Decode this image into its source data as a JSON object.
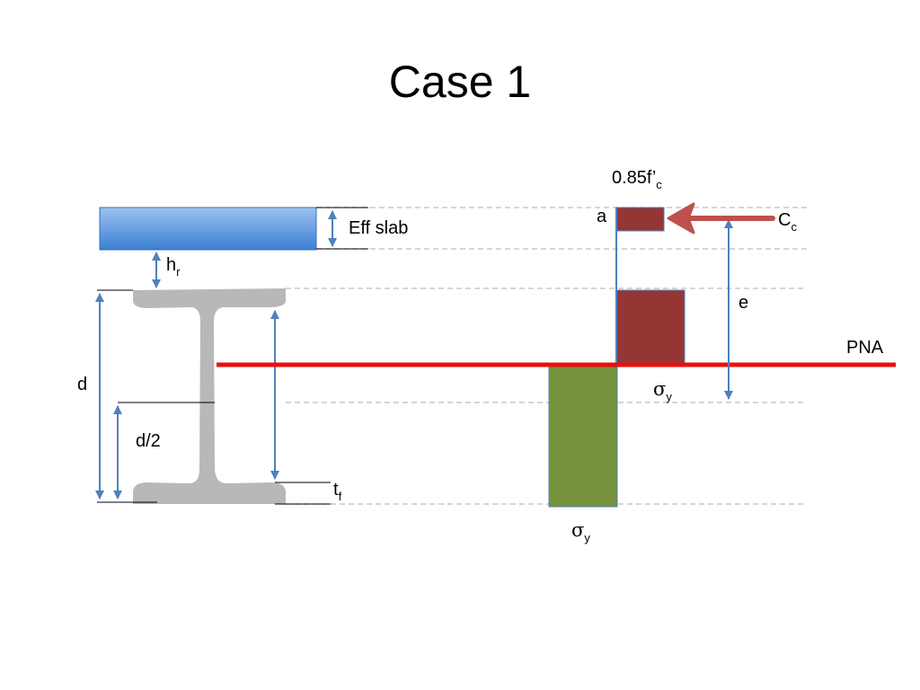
{
  "slide": {
    "title": "Case 1"
  },
  "labels": {
    "eff_slab": "Eff slab",
    "hr_main": "h",
    "hr_sub": "r",
    "d": "d",
    "d_half": "d/2",
    "tf_main": "t",
    "tf_sub": "f",
    "a": "a",
    "fc_main": "0.85f",
    "fc_prime": "’",
    "fc_sub": "c",
    "cc_main": "C",
    "cc_sub": "c",
    "e": "e",
    "pna": "PNA",
    "sigma_upper": "σ",
    "sigma_upper_sub": "y",
    "sigma_lower": "σ",
    "sigma_lower_sub": "y"
  },
  "colors": {
    "slab_top": "#9cc2ef",
    "slab_bottom": "#3b7fd4",
    "steel": "#b8b8b8",
    "pna_line": "#e81010",
    "concrete_block": "#943634",
    "tension_block": "#76923c",
    "dim_arrow": "#4f81bd",
    "cc_arrow": "#c0504d",
    "guide_line": "#bfbfbf"
  }
}
